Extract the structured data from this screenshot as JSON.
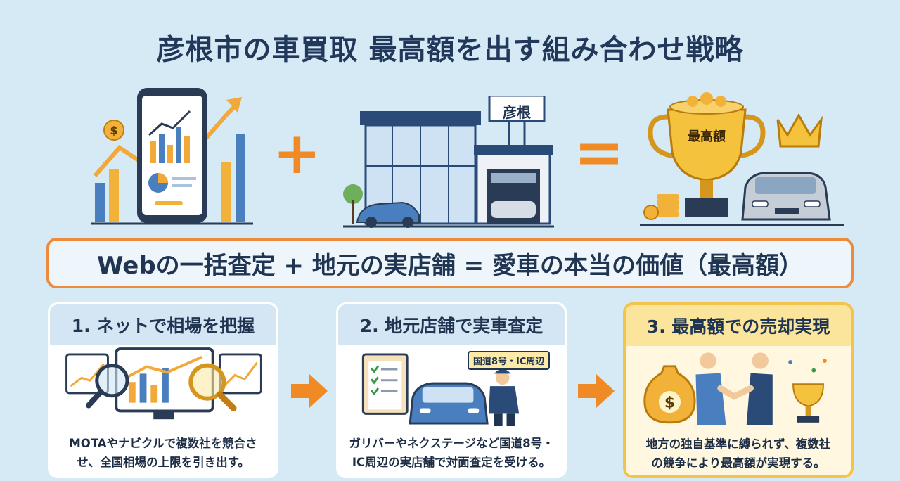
{
  "title": "彦根市の車買取 最高額を出す組み合わせ戦略",
  "hero": {
    "shop_sign": "彦根",
    "trophy_label": "最高額",
    "plus": "+",
    "equals": "="
  },
  "banner": "Webの一括査定 + 地元の実店舗 = 愛車の本当の価値（最高額）",
  "steps": [
    {
      "heading": "1. ネットで相場を把握",
      "text_line1": "MOTAやナビクルで複数社を競合さ",
      "text_line2": "せ、全国相場の上限を引き出す。"
    },
    {
      "heading": "2. 地元店舗で実車査定",
      "tag": "国道8号・IC周辺",
      "text_line1": "ガリバーやネクステージなど国道8号・",
      "text_line2": "IC周辺の実店舗で対面査定を受ける。"
    },
    {
      "heading": "3. 最高額での売却実現",
      "text_line1": "地方の独自基準に縛られず、複数社",
      "text_line2": "の競争により最高額が実現する。"
    }
  ],
  "colors": {
    "accent": "#f08a24",
    "background": "#d6eaf6",
    "navy": "#1f3552",
    "gold": "#f2c44e"
  }
}
